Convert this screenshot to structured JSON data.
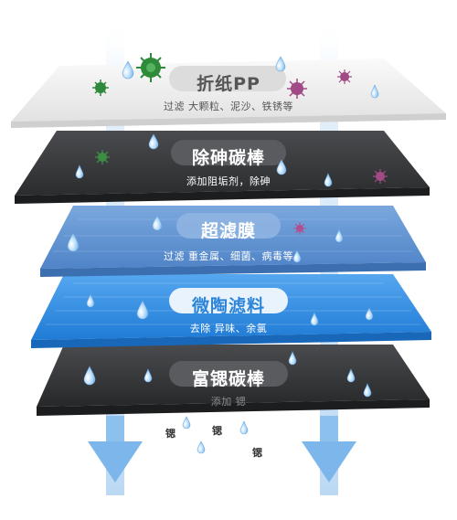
{
  "layers": [
    {
      "title": "折纸PP",
      "subtitle": "过滤 大颗粒、泥沙、铁锈等",
      "color": "#f1f1f1"
    },
    {
      "title": "除砷碳棒",
      "subtitle": "添加阻垢剂，除砷",
      "color": "#3a3b3d"
    },
    {
      "title": "超滤膜",
      "subtitle": "过滤 重金属、细菌、病毒等",
      "color": "#5b8fd0"
    },
    {
      "title": "微陶滤料",
      "subtitle": "去除 异味、余氯",
      "color": "#2e86e0"
    },
    {
      "title": "富锶碳棒",
      "subtitle": "添加 锶",
      "color": "#3a3b3d"
    }
  ],
  "element_labels": [
    "锶",
    "锶",
    "锶"
  ],
  "colors": {
    "arrow": "#9cc6ee",
    "drop": "#8ec3ee",
    "virus_green": "#2f8a3a",
    "virus_purple": "#a24a86"
  }
}
